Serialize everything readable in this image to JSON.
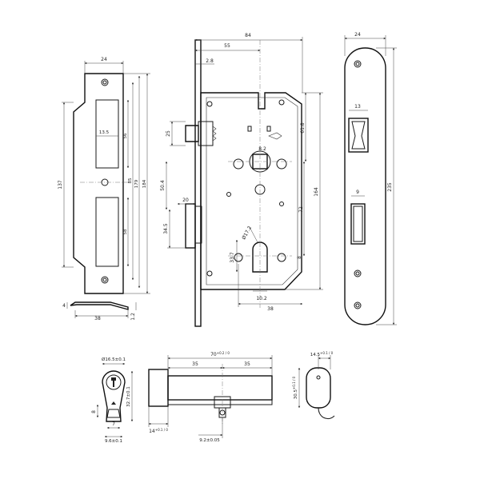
{
  "strike_plate": {
    "top_width": "24",
    "overall_height": "137",
    "slot_depth": "13.5",
    "upper_slot": "56",
    "center_distance": "85",
    "inner_height": "179",
    "outer_height": "184",
    "lower_slot": "58",
    "bottom_width": "38",
    "thickness": "1.2",
    "flange": "4"
  },
  "lock_body": {
    "overall_width": "84",
    "backset": "55",
    "faceplate_thickness": "2.8",
    "latch_to_spindle": "61.8",
    "spindle_square": "8.2",
    "latch_height": "25",
    "handle_to_cylinder": "50.4",
    "bolt_length": "20",
    "bolt_height": "34.5",
    "cylinder_hole_dia": "Ø17.2",
    "body_height": "164",
    "spindle_to_cylinder": "72",
    "cylinder_offset": "33.7",
    "cam_width": "10.2",
    "cylinder_backset": "38",
    "cam_height": "8"
  },
  "face_plate": {
    "width": "24",
    "latch_width": "13",
    "bolt_width": "9",
    "height": "235"
  },
  "cylinder_front": {
    "diameter": "Ø16.5±0.1",
    "cam_height": "8",
    "profile_height": "32.7±0.1",
    "cam_width": "7",
    "base_width": "9.6±0.1"
  },
  "cylinder_side": {
    "length": "70",
    "length_tol": "+0.2 / 0",
    "half_a": "35",
    "half_b": "35",
    "thumbturn_width": "14",
    "thumbturn_tol": "+0.1 / 0",
    "screw_hole": "9.2±0.05"
  },
  "thumbturn": {
    "width": "14.5",
    "width_tol": "+0.1 / 0",
    "height": "30.5",
    "height_tol": "+0.1 / 0"
  }
}
